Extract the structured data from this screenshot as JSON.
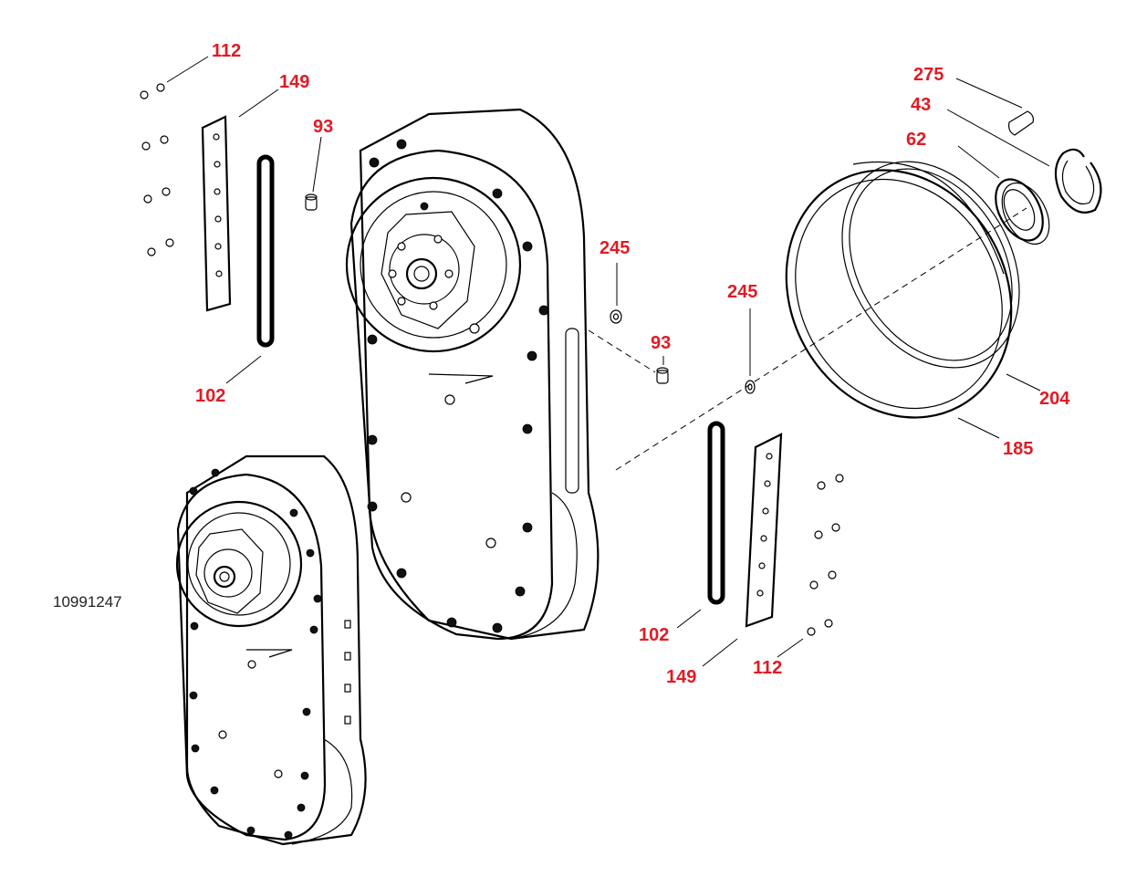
{
  "document_id": "10991247",
  "callouts": {
    "c112_top": "112",
    "c149_top": "149",
    "c93_top": "93",
    "c102_left": "102",
    "c245_upper": "245",
    "c93_mid": "93",
    "c245_mid": "245",
    "c275": "275",
    "c43": "43",
    "c62": "62",
    "c204": "204",
    "c185": "185",
    "c102_bottom": "102",
    "c149_bottom": "149",
    "c112_bottom": "112"
  }
}
